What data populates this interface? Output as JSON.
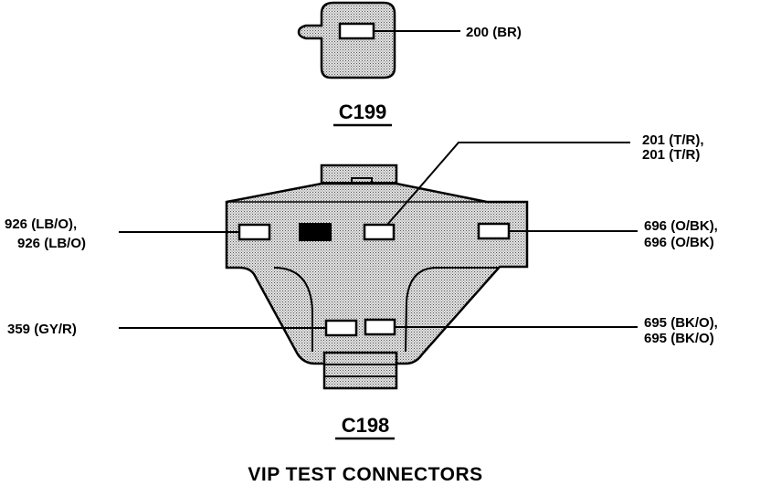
{
  "title": "VIP TEST CONNECTORS",
  "colors": {
    "ink": "#000000",
    "body_fill": "#d4d4d4",
    "background": "#ffffff"
  },
  "connectors": {
    "c199": {
      "name": "C199",
      "wires": [
        {
          "label": "200 (BR)"
        }
      ]
    },
    "c198": {
      "name": "C198",
      "wires": {
        "top_right": {
          "line1": "201 (T/R),",
          "line2": "201 (T/R)"
        },
        "left_upper": {
          "line1": "926 (LB/O),",
          "line2": "926 (LB/O)"
        },
        "right_upper": {
          "line1": "696 (O/BK),",
          "line2": "696 (O/BK)"
        },
        "left_lower": {
          "line1": "359 (GY/R)"
        },
        "right_lower": {
          "line1": "695 (BK/O),",
          "line2": "695 (BK/O)"
        }
      }
    }
  }
}
